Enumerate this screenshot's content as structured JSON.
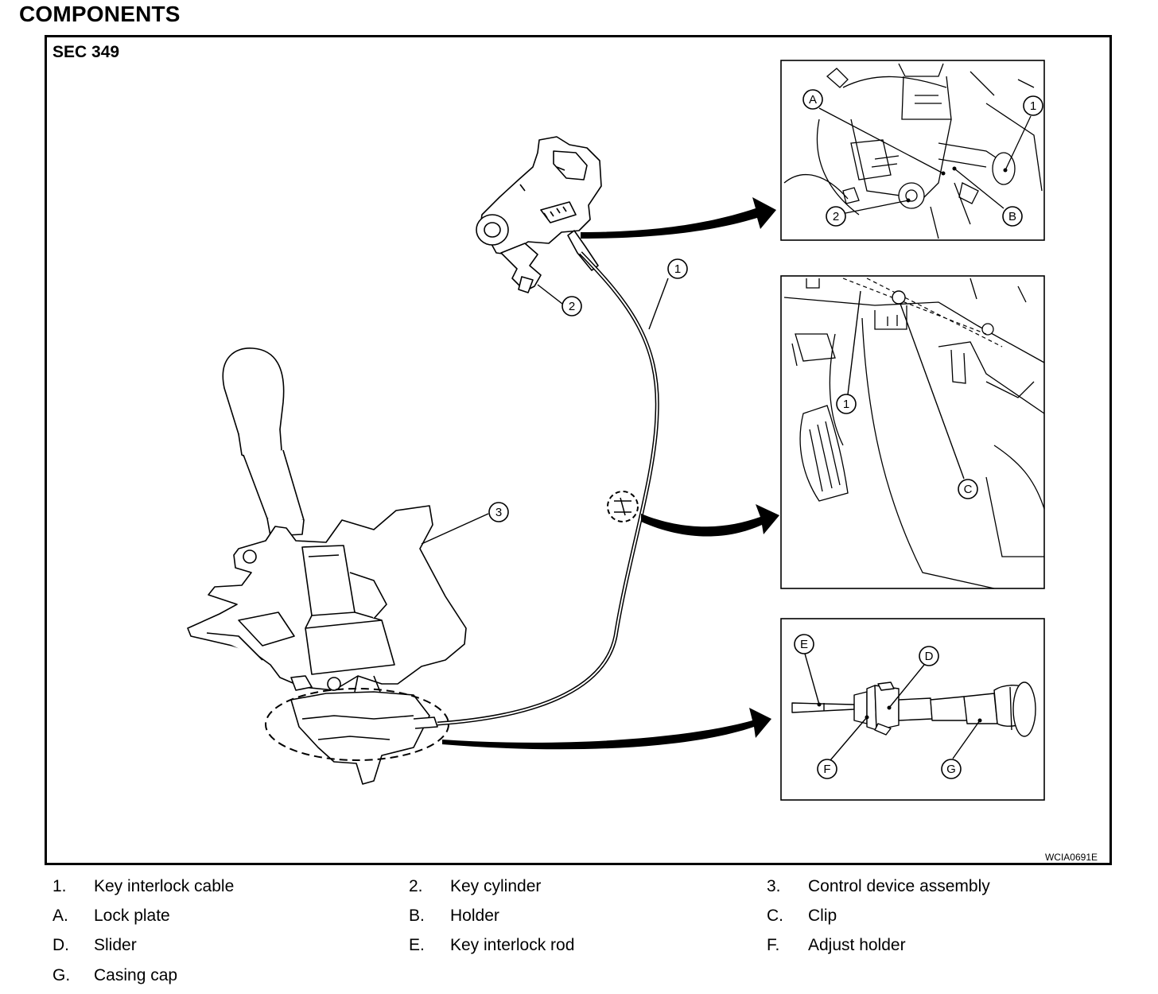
{
  "page_title": "COMPONENTS",
  "section_code": "SEC 349",
  "figure_ref": "WCIA0691E",
  "callouts": {
    "cable": "1",
    "key_cylinder": "2",
    "control_device": "3",
    "detail_a": "A",
    "detail_b": "B",
    "detail_c": "C",
    "detail_d": "D",
    "detail_e": "E",
    "detail_f": "F",
    "detail_g": "G",
    "detail_1": "1",
    "detail_2": "2"
  },
  "legend": [
    {
      "num": "1.",
      "text": "Key interlock cable"
    },
    {
      "num": "2.",
      "text": "Key cylinder"
    },
    {
      "num": "3.",
      "text": "Control device assembly"
    },
    {
      "num": "A.",
      "text": "Lock plate"
    },
    {
      "num": "B.",
      "text": "Holder"
    },
    {
      "num": "C.",
      "text": "Clip"
    },
    {
      "num": "D.",
      "text": "Slider"
    },
    {
      "num": "E.",
      "text": "Key interlock rod"
    },
    {
      "num": "F.",
      "text": "Adjust holder"
    },
    {
      "num": "G.",
      "text": "Casing cap"
    }
  ]
}
